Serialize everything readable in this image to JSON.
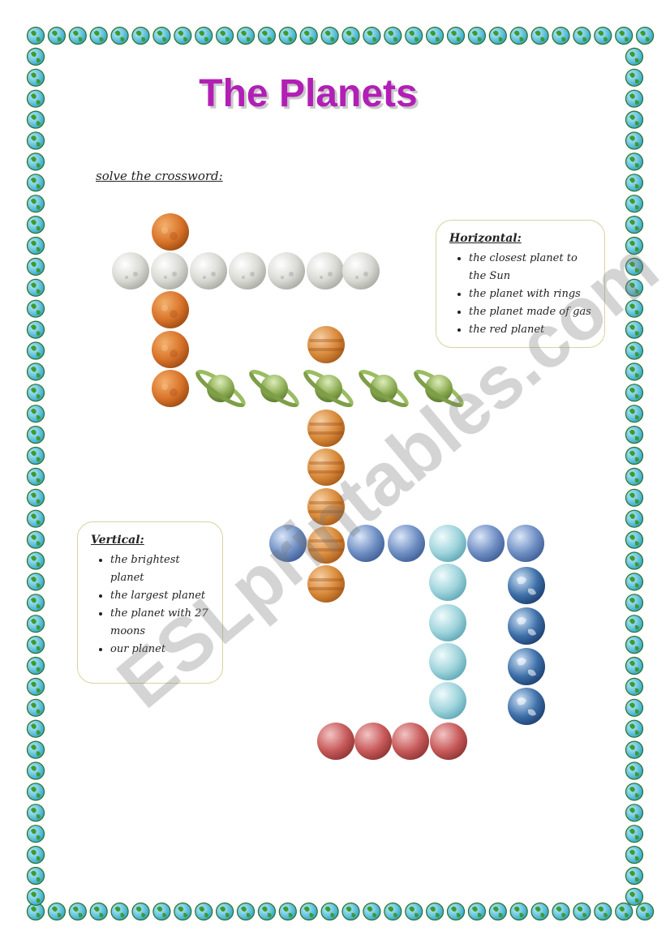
{
  "title": "The Planets",
  "instruction": "solve the crossword:",
  "horizontal": {
    "heading": "Horizontal:",
    "clues": [
      "the closest planet to the Sun",
      "the planet with rings",
      "the planet made of gas",
      "the red planet"
    ]
  },
  "vertical": {
    "heading": "Vertical:",
    "clues": [
      "the brightest planet",
      "the largest planet",
      "the planet with 27 moons",
      "our planet"
    ]
  },
  "watermark": "ESLprintables.com",
  "colors": {
    "title": "#b21fb5",
    "mercury": "#d9d9d4",
    "venus": "#d9742a",
    "jupiter": "#d98a3a",
    "saturn": "#8aaa50",
    "neptune": "#6f8fc4",
    "uranus": "#9fd4dc",
    "earth": "#3d6fa8",
    "mars": "#c85a5a",
    "border_globe": "#2fa7c9"
  }
}
